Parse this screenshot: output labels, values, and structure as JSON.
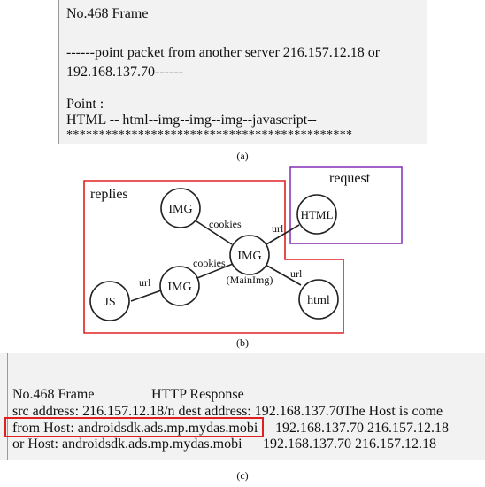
{
  "panel_a": {
    "title": "No.468 Frame",
    "line1": "------point packet from another server 216.157.12.18 or",
    "line2": "192.168.137.70------",
    "point_label": "Point :",
    "point_seq": "HTML -- html--img--img--img--javascript--",
    "stars": "********************************************"
  },
  "caption_a": "(a)",
  "diagram": {
    "replies_label": "replies",
    "request_label": "request",
    "nodes": {
      "img_top": "IMG",
      "img_main": "IMG",
      "img_main_sub": "(MainImg)",
      "img_left": "IMG",
      "js": "JS",
      "html_req": "HTML",
      "html_low": "html"
    },
    "edges": {
      "cookies_top": "cookies",
      "cookies_mid": "cookies",
      "url_js": "url",
      "url_html": "url",
      "url_low": "url"
    },
    "colors": {
      "replies_box": "#e02020",
      "request_box": "#8a3ab9"
    }
  },
  "caption_b": "(b)",
  "panel_c": {
    "frame": "No.468 Frame",
    "http_response": "HTTP Response",
    "line_src": "src address: 216.157.12.18/n   dest address: 192.168.137.70The Host is come",
    "from_host": "from Host: androidsdk.ads.mp.mydas.mobi",
    "from_ips": "192.168.137.70      216.157.12.18",
    "or_host": " or Host: androidsdk.ads.mp.mydas.mobi",
    "or_ips": "192.168.137.70      216.157.12.18",
    "highlight_color": "#e02020"
  },
  "caption_c": "(c)"
}
